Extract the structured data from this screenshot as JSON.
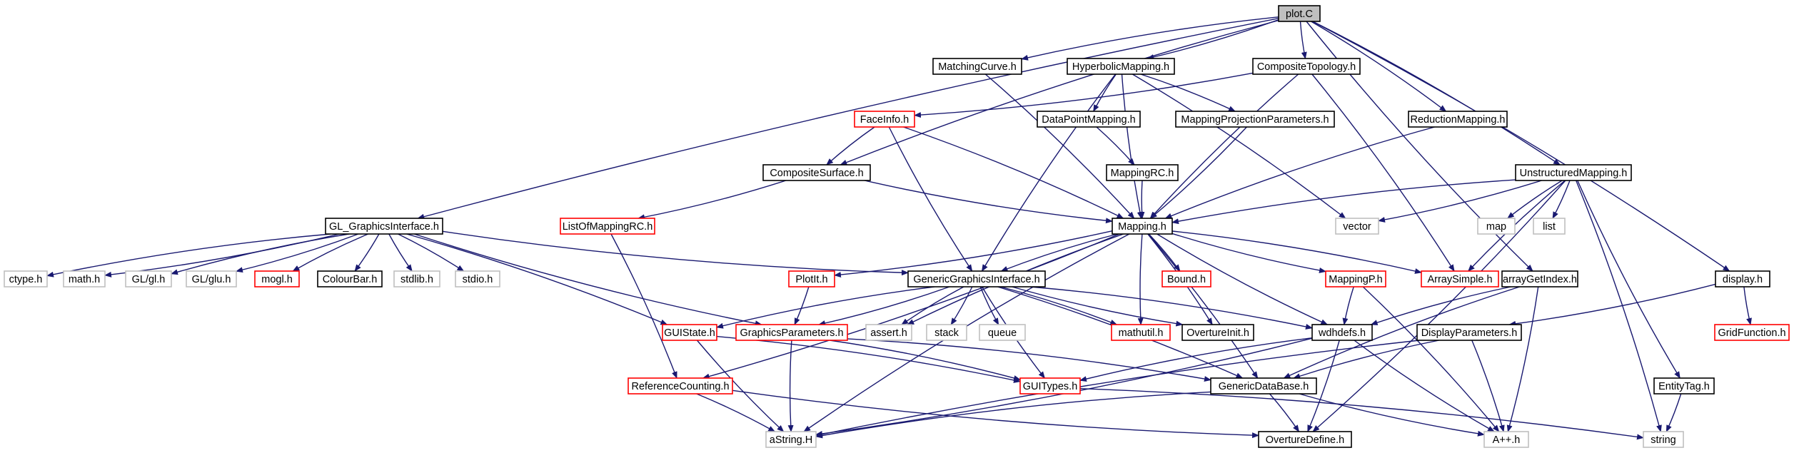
{
  "colors": {
    "edge": "#191970",
    "border_documented": "#000000",
    "border_undocumented": "#ff0000",
    "border_external": "#bfbfbf",
    "root_fill": "#bfbfbf",
    "node_fill": "#ffffff"
  },
  "nodes": [
    {
      "id": "plotC",
      "label": "plot.C",
      "kind": "root"
    },
    {
      "id": "MatchingCurve",
      "label": "MatchingCurve.h",
      "kind": "documented"
    },
    {
      "id": "HyperbolicMapping",
      "label": "HyperbolicMapping.h",
      "kind": "documented"
    },
    {
      "id": "CompositeTopology",
      "label": "CompositeTopology.h",
      "kind": "documented"
    },
    {
      "id": "FaceInfo",
      "label": "FaceInfo.h",
      "kind": "undocumented"
    },
    {
      "id": "DataPointMapping",
      "label": "DataPointMapping.h",
      "kind": "documented"
    },
    {
      "id": "MappingProjectionParameters",
      "label": "MappingProjectionParameters.h",
      "kind": "documented"
    },
    {
      "id": "ReductionMapping",
      "label": "ReductionMapping.h",
      "kind": "documented"
    },
    {
      "id": "CompositeSurface",
      "label": "CompositeSurface.h",
      "kind": "documented"
    },
    {
      "id": "MappingRC",
      "label": "MappingRC.h",
      "kind": "documented"
    },
    {
      "id": "UnstructuredMapping",
      "label": "UnstructuredMapping.h",
      "kind": "documented"
    },
    {
      "id": "GL_GraphicsInterface",
      "label": "GL_GraphicsInterface.h",
      "kind": "documented"
    },
    {
      "id": "ListOfMappingRC",
      "label": "ListOfMappingRC.h",
      "kind": "undocumented"
    },
    {
      "id": "Mapping",
      "label": "Mapping.h",
      "kind": "documented"
    },
    {
      "id": "vector",
      "label": "vector",
      "kind": "external"
    },
    {
      "id": "map",
      "label": "map",
      "kind": "external"
    },
    {
      "id": "list",
      "label": "list",
      "kind": "external"
    },
    {
      "id": "ctype",
      "label": "ctype.h",
      "kind": "external"
    },
    {
      "id": "math",
      "label": "math.h",
      "kind": "external"
    },
    {
      "id": "GLgl",
      "label": "GL/gl.h",
      "kind": "external"
    },
    {
      "id": "GLglu",
      "label": "GL/glu.h",
      "kind": "external"
    },
    {
      "id": "mogl",
      "label": "mogl.h",
      "kind": "undocumented"
    },
    {
      "id": "ColourBar",
      "label": "ColourBar.h",
      "kind": "documented"
    },
    {
      "id": "stdlib",
      "label": "stdlib.h",
      "kind": "external"
    },
    {
      "id": "stdio",
      "label": "stdio.h",
      "kind": "external"
    },
    {
      "id": "PlotIt",
      "label": "PlotIt.h",
      "kind": "undocumented"
    },
    {
      "id": "GenericGraphicsInterface",
      "label": "GenericGraphicsInterface.h",
      "kind": "documented"
    },
    {
      "id": "Bound",
      "label": "Bound.h",
      "kind": "undocumented"
    },
    {
      "id": "MappingP",
      "label": "MappingP.h",
      "kind": "undocumented"
    },
    {
      "id": "ArraySimple",
      "label": "ArraySimple.h",
      "kind": "undocumented"
    },
    {
      "id": "arrayGetIndex",
      "label": "arrayGetIndex.h",
      "kind": "documented"
    },
    {
      "id": "display",
      "label": "display.h",
      "kind": "documented"
    },
    {
      "id": "GridFunction",
      "label": "GridFunction.h",
      "kind": "undocumented"
    },
    {
      "id": "GUIState",
      "label": "GUIState.h",
      "kind": "undocumented"
    },
    {
      "id": "GraphicsParameters",
      "label": "GraphicsParameters.h",
      "kind": "undocumented"
    },
    {
      "id": "assert",
      "label": "assert.h",
      "kind": "external"
    },
    {
      "id": "stack",
      "label": "stack",
      "kind": "external"
    },
    {
      "id": "queue",
      "label": "queue",
      "kind": "external"
    },
    {
      "id": "mathutil",
      "label": "mathutil.h",
      "kind": "undocumented"
    },
    {
      "id": "OvertureInit",
      "label": "OvertureInit.h",
      "kind": "documented"
    },
    {
      "id": "wdhdefs",
      "label": "wdhdefs.h",
      "kind": "documented"
    },
    {
      "id": "DisplayParameters",
      "label": "DisplayParameters.h",
      "kind": "documented"
    },
    {
      "id": "ReferenceCounting",
      "label": "ReferenceCounting.h",
      "kind": "undocumented"
    },
    {
      "id": "GUITypes",
      "label": "GUITypes.h",
      "kind": "undocumented"
    },
    {
      "id": "GenericDataBase",
      "label": "GenericDataBase.h",
      "kind": "documented"
    },
    {
      "id": "EntityTag",
      "label": "EntityTag.h",
      "kind": "documented"
    },
    {
      "id": "aString",
      "label": "aString.H",
      "kind": "external"
    },
    {
      "id": "OvertureDefine",
      "label": "OvertureDefine.h",
      "kind": "documented"
    },
    {
      "id": "Aplusplus",
      "label": "A++.h",
      "kind": "external"
    },
    {
      "id": "string",
      "label": "string",
      "kind": "external"
    }
  ],
  "edges": [
    [
      "plotC",
      "MatchingCurve"
    ],
    [
      "plotC",
      "HyperbolicMapping"
    ],
    [
      "plotC",
      "CompositeTopology"
    ],
    [
      "plotC",
      "ReductionMapping"
    ],
    [
      "plotC",
      "CompositeSurface"
    ],
    [
      "plotC",
      "UnstructuredMapping"
    ],
    [
      "plotC",
      "GL_GraphicsInterface"
    ],
    [
      "plotC",
      "display"
    ],
    [
      "plotC",
      "arrayGetIndex"
    ],
    [
      "MatchingCurve",
      "Mapping"
    ],
    [
      "HyperbolicMapping",
      "DataPointMapping"
    ],
    [
      "HyperbolicMapping",
      "MappingProjectionParameters"
    ],
    [
      "HyperbolicMapping",
      "Mapping"
    ],
    [
      "HyperbolicMapping",
      "vector"
    ],
    [
      "HyperbolicMapping",
      "GenericGraphicsInterface"
    ],
    [
      "CompositeTopology",
      "FaceInfo"
    ],
    [
      "CompositeTopology",
      "Mapping"
    ],
    [
      "CompositeTopology",
      "ArraySimple"
    ],
    [
      "FaceInfo",
      "CompositeSurface"
    ],
    [
      "FaceInfo",
      "Mapping"
    ],
    [
      "FaceInfo",
      "GenericGraphicsInterface"
    ],
    [
      "DataPointMapping",
      "MappingRC"
    ],
    [
      "MappingRC",
      "Mapping"
    ],
    [
      "MappingProjectionParameters",
      "Mapping"
    ],
    [
      "ReductionMapping",
      "Mapping"
    ],
    [
      "CompositeSurface",
      "ListOfMappingRC"
    ],
    [
      "CompositeSurface",
      "Mapping"
    ],
    [
      "ListOfMappingRC",
      "ReferenceCounting"
    ],
    [
      "UnstructuredMapping",
      "Mapping"
    ],
    [
      "UnstructuredMapping",
      "vector"
    ],
    [
      "UnstructuredMapping",
      "map"
    ],
    [
      "UnstructuredMapping",
      "list"
    ],
    [
      "UnstructuredMapping",
      "ArraySimple"
    ],
    [
      "UnstructuredMapping",
      "string"
    ],
    [
      "UnstructuredMapping",
      "EntityTag"
    ],
    [
      "UnstructuredMapping",
      "OvertureDefine"
    ],
    [
      "GL_GraphicsInterface",
      "ctype"
    ],
    [
      "GL_GraphicsInterface",
      "math"
    ],
    [
      "GL_GraphicsInterface",
      "GLgl"
    ],
    [
      "GL_GraphicsInterface",
      "GLglu"
    ],
    [
      "GL_GraphicsInterface",
      "mogl"
    ],
    [
      "GL_GraphicsInterface",
      "ColourBar"
    ],
    [
      "GL_GraphicsInterface",
      "stdlib"
    ],
    [
      "GL_GraphicsInterface",
      "stdio"
    ],
    [
      "GL_GraphicsInterface",
      "GenericGraphicsInterface"
    ],
    [
      "GL_GraphicsInterface",
      "GUIState"
    ],
    [
      "GL_GraphicsInterface",
      "GraphicsParameters"
    ],
    [
      "Mapping",
      "PlotIt"
    ],
    [
      "Mapping",
      "GenericGraphicsInterface"
    ],
    [
      "Mapping",
      "Bound"
    ],
    [
      "Mapping",
      "MappingP"
    ],
    [
      "Mapping",
      "ArraySimple"
    ],
    [
      "Mapping",
      "wdhdefs"
    ],
    [
      "Mapping",
      "OvertureInit"
    ],
    [
      "Mapping",
      "mathutil"
    ],
    [
      "Mapping",
      "GenericDataBase"
    ],
    [
      "Mapping",
      "assert"
    ],
    [
      "Mapping",
      "ReferenceCounting"
    ],
    [
      "Mapping",
      "aString"
    ],
    [
      "PlotIt",
      "GraphicsParameters"
    ],
    [
      "GenericGraphicsInterface",
      "GUIState"
    ],
    [
      "GenericGraphicsInterface",
      "GraphicsParameters"
    ],
    [
      "GenericGraphicsInterface",
      "assert"
    ],
    [
      "GenericGraphicsInterface",
      "stack"
    ],
    [
      "GenericGraphicsInterface",
      "queue"
    ],
    [
      "GenericGraphicsInterface",
      "mathutil"
    ],
    [
      "GenericGraphicsInterface",
      "OvertureInit"
    ],
    [
      "GenericGraphicsInterface",
      "wdhdefs"
    ],
    [
      "GenericGraphicsInterface",
      "GUITypes"
    ],
    [
      "GenericGraphicsInterface",
      "GenericDataBase"
    ],
    [
      "MappingP",
      "wdhdefs"
    ],
    [
      "MappingP",
      "Aplusplus"
    ],
    [
      "arrayGetIndex",
      "wdhdefs"
    ],
    [
      "arrayGetIndex",
      "Aplusplus"
    ],
    [
      "arrayGetIndex",
      "GenericDataBase"
    ],
    [
      "display",
      "DisplayParameters"
    ],
    [
      "display",
      "GridFunction"
    ],
    [
      "GUIState",
      "GUITypes"
    ],
    [
      "GUIState",
      "aString"
    ],
    [
      "GraphicsParameters",
      "GUITypes"
    ],
    [
      "GraphicsParameters",
      "aString"
    ],
    [
      "GraphicsParameters",
      "GenericDataBase"
    ],
    [
      "wdhdefs",
      "GUITypes"
    ],
    [
      "wdhdefs",
      "OvertureDefine"
    ],
    [
      "wdhdefs",
      "Aplusplus"
    ],
    [
      "wdhdefs",
      "aString"
    ],
    [
      "DisplayParameters",
      "GenericDataBase"
    ],
    [
      "DisplayParameters",
      "Aplusplus"
    ],
    [
      "DisplayParameters",
      "aString"
    ],
    [
      "ReferenceCounting",
      "aString"
    ],
    [
      "ReferenceCounting",
      "OvertureDefine"
    ],
    [
      "GUITypes",
      "string"
    ],
    [
      "GenericDataBase",
      "aString"
    ],
    [
      "GenericDataBase",
      "OvertureDefine"
    ],
    [
      "GenericDataBase",
      "Aplusplus"
    ],
    [
      "EntityTag",
      "string"
    ]
  ]
}
